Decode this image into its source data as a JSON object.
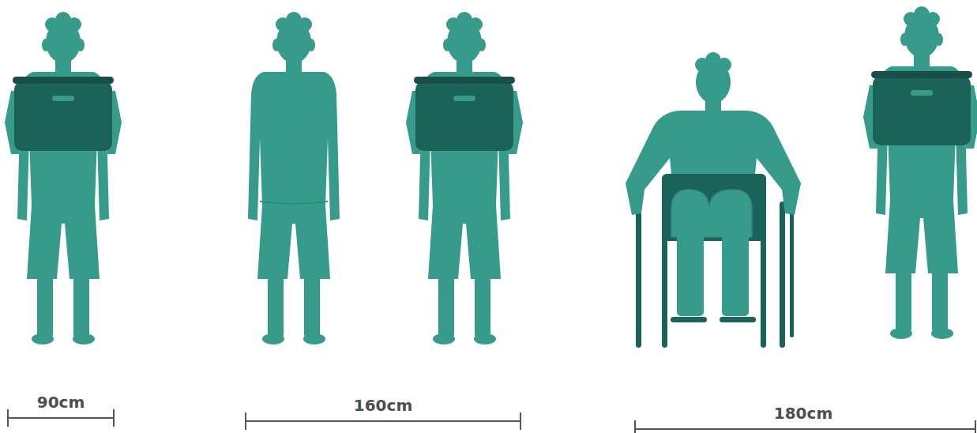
{
  "diagram": {
    "labels": [
      "90cm",
      "160cm",
      "180cm"
    ]
  }
}
